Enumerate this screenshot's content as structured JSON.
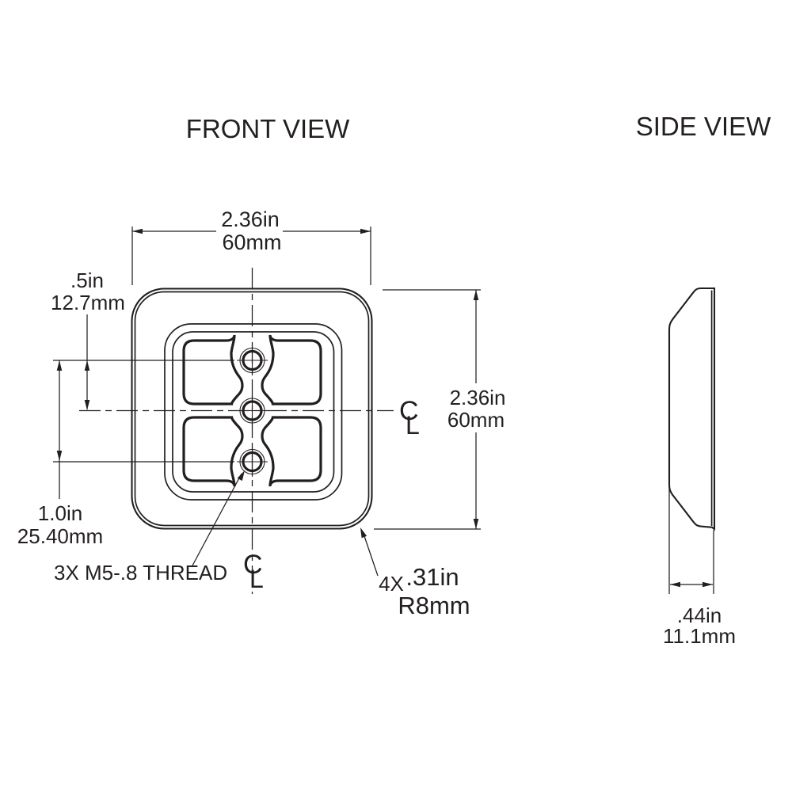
{
  "front_view": {
    "title": "FRONT VIEW",
    "dim_width": {
      "primary": "2.36in",
      "secondary": "60mm"
    },
    "dim_height": {
      "primary": "2.36in",
      "secondary": "60mm"
    },
    "dim_hole_offset": {
      "primary": ".5in",
      "secondary": "12.7mm"
    },
    "dim_hole_span": {
      "primary": "1.0in",
      "secondary": "25.40mm"
    },
    "thread_callout": "3X M5-.8 THREAD",
    "radius_callout": {
      "qty": "4X",
      "primary": ".31in",
      "secondary": "R8mm"
    }
  },
  "side_view": {
    "title": "SIDE VIEW",
    "dim_thickness": {
      "primary": ".44in",
      "secondary": "11.1mm"
    }
  },
  "symbols": {
    "centerline_c": "C",
    "centerline_l": "L"
  },
  "colors": {
    "ink": "#231f20",
    "background": "#ffffff"
  }
}
